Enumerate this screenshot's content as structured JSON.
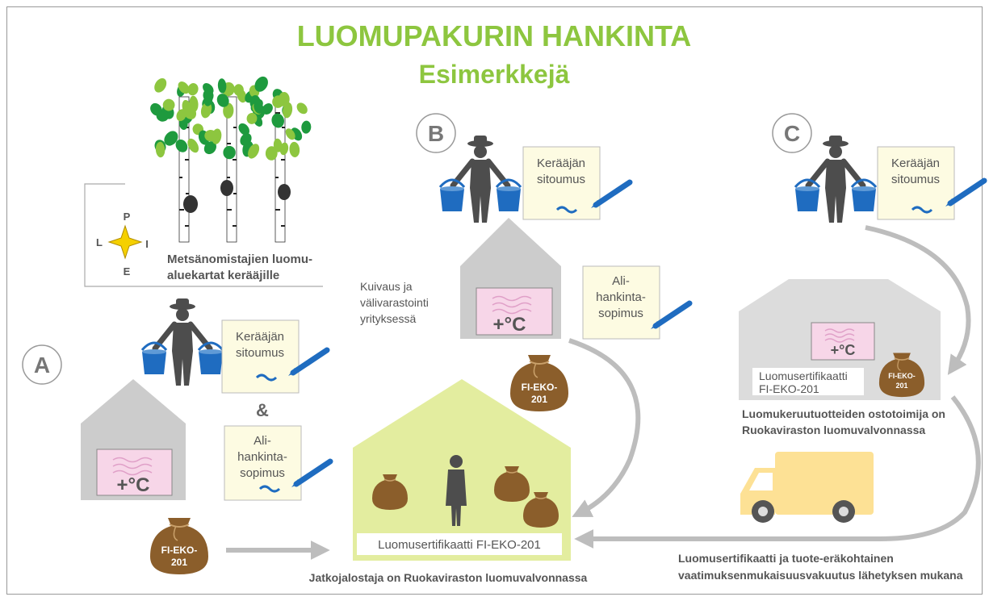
{
  "title": {
    "line1": "LUOMUPAKURIN HANKINTA",
    "line2": "Esimerkkejä",
    "color": "#8dc63f"
  },
  "colors": {
    "green": "#8dc63f",
    "gray": "#cccccc",
    "gray_dark": "#bfbfbf",
    "pink": "#f7d6e8",
    "note": "#fdfbe2",
    "sack": "#8b5e2b",
    "pen": "#1f6cc0",
    "bucket": "#1f6cc0",
    "person": "#4d4d4d",
    "factory": "#e3ed9f",
    "truck": "#fde195",
    "arrow": "#bdbdbd"
  },
  "map_legend": {
    "compass": {
      "n": "P",
      "w": "L",
      "e": "I",
      "s": "E"
    },
    "label_line1": "Metsänomistajien luomu-",
    "label_line2": "aluekartat kerääjille"
  },
  "scenarios": {
    "a": {
      "letter": "A",
      "note1": {
        "line1": "Kerääjän",
        "line2": "sitoumus"
      },
      "ampersand": "&",
      "note2": {
        "line1": "Ali-",
        "line2": "hankinta-",
        "line3": "sopimus"
      },
      "storage_temp": "+°C",
      "sack": {
        "line1": "FI-EKO-",
        "line2": "201"
      }
    },
    "b": {
      "letter": "B",
      "note1": {
        "line1": "Kerääjän",
        "line2": "sitoumus"
      },
      "note2": {
        "line1": "Ali-",
        "line2": "hankinta-",
        "line3": "sopimus"
      },
      "storage_temp": "+°C",
      "drying": {
        "line1": "Kuivaus ja",
        "line2": "välivarastointi",
        "line3": "yrityksessä"
      },
      "sack": {
        "line1": "FI-EKO-",
        "line2": "201"
      }
    },
    "c": {
      "letter": "C",
      "note1": {
        "line1": "Kerääjän",
        "line2": "sitoumus"
      },
      "storage_temp": "+°C",
      "certificate": {
        "line1": "Luomusertifikaatti",
        "line2": "FI-EKO-201"
      },
      "sack": {
        "line1": "FI-EKO-",
        "line2": "201"
      },
      "buyer": {
        "line1": "Luomukeruutuotteiden ostotoimija on",
        "line2": "Ruokaviraston luomuvalvonnassa"
      },
      "shipping": {
        "line1": "Luomusertifikaatti ja tuote-eräkohtainen",
        "line2": "vaatimuksenmukaisuusvakuutus lähetyksen mukana"
      }
    }
  },
  "processor": {
    "certificate": "Luomusertifikaatti FI-EKO-201",
    "caption": "Jatkojalostaja on Ruokaviraston luomuvalvonnassa"
  }
}
